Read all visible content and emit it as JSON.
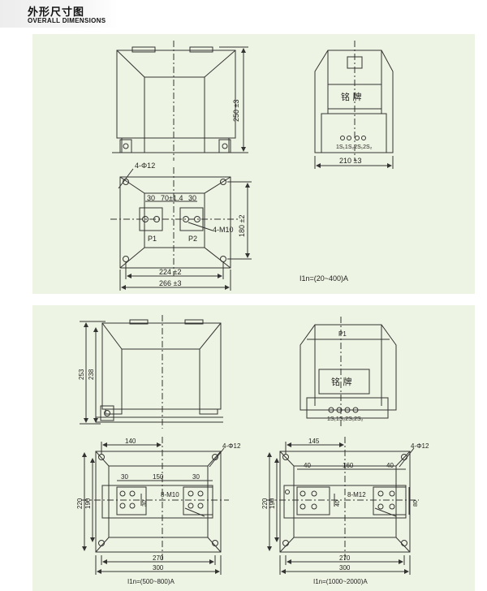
{
  "header": {
    "title_cn": "外形尺寸图",
    "title_en": "OVERALL DIMENSIONS"
  },
  "top": {
    "front_height": "250 ±3",
    "side_width": "210 ±3",
    "nameplate": "铭  牌",
    "terminals": "1S₁1S₂2S₁2S₂",
    "plan_holes": "4-Φ12",
    "dim_30a": "30",
    "dim_70": "70±1.4",
    "dim_30b": "30",
    "dim_180": "180 ±2",
    "p1": "P1",
    "p2": "P2",
    "m10": "4-M10",
    "dim_224": "224 ±2",
    "dim_266": "266 ±3",
    "range": "I1n=(20~400)A"
  },
  "bottom": {
    "h253": "253",
    "h238": "238",
    "p1": "P1",
    "nameplate": "铭  牌",
    "terminals": "1S₁1S₂2S₁2S₂",
    "left_plan": {
      "d140": "140",
      "holes": "4-Φ12",
      "d30a": "30",
      "d150": "150",
      "d30b": "30",
      "m10": "8-M10",
      "d30v": "30",
      "d220": "220",
      "d190": "190",
      "d270": "270",
      "d300": "300",
      "range": "I1n=(500~800)A"
    },
    "right_plan": {
      "d145": "145",
      "holes": "4-Φ12",
      "d40a": "40",
      "d160": "160",
      "d40b": "40",
      "m12": "8-M12",
      "d40v": "40",
      "d80": "80",
      "d220": "220",
      "d190": "190",
      "d270": "270",
      "d300": "300",
      "range": "I1n=(1000~2000)A"
    }
  }
}
